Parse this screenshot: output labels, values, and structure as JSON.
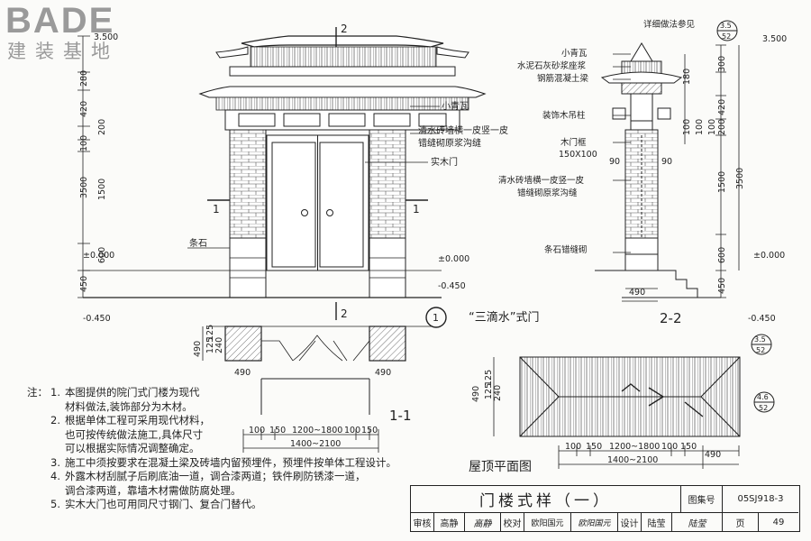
{
  "logo": {
    "brand": "BADE",
    "subtitle": "建装基地"
  },
  "elevation": {
    "left_dims": [
      "3.500",
      "280",
      "420",
      "100",
      "200",
      "3500",
      "1500",
      "600",
      "450"
    ],
    "levels": {
      "top": "3.500",
      "ground_left": "±0.000",
      "ground_right": "±0.000",
      "low_left": "-0.450",
      "low_right": "-0.450"
    },
    "section_marks": {
      "top": "2",
      "bottom": "2",
      "left": "1",
      "right": "1"
    },
    "labels": {
      "tile": "小青瓦",
      "brick_line1": "清水砖墙横一皮竖一皮",
      "brick_line2": "错缝砌原浆沟缝",
      "door": "实木门",
      "stone": "条石"
    },
    "caption": {
      "num": "1",
      "title": "“三滴水”式门"
    }
  },
  "section22": {
    "ref_note": "详细做法参见",
    "ref_top": {
      "num": "3.5",
      "sheet": "52"
    },
    "labels": [
      "小青瓦",
      "水泥石灰砂浆座浆",
      "钢筋混凝土梁",
      "装饰木吊柱",
      "木门框",
      "150X100",
      "清水砖墙横一皮竖一皮",
      "错缝砌原浆沟缝",
      "条石错缝砌"
    ],
    "side_dims_left": [
      "180",
      "100",
      "100",
      "100"
    ],
    "side_dims_right": [
      "300",
      "420",
      "200",
      "3500",
      "1500",
      "600",
      "450"
    ],
    "small_dims": [
      "90",
      "90"
    ],
    "width": "490",
    "levels": {
      "top": "3.500",
      "ground": "±0.000",
      "low": "-0.450"
    },
    "title": "2-2"
  },
  "plan11": {
    "dims_side": [
      "490",
      "125",
      "125",
      "240"
    ],
    "pier_widths": [
      "490",
      "490"
    ],
    "opening": [
      "100",
      "150",
      "1200~1800",
      "100",
      "150"
    ],
    "total": "1400~2100",
    "title": "1-1"
  },
  "roofplan": {
    "ref_a": {
      "num": "3.5",
      "sheet": "52"
    },
    "ref_b": {
      "num": "4.6",
      "sheet": "52"
    },
    "dims_side": [
      "490",
      "125",
      "125",
      "240"
    ],
    "bottom_dims": [
      "100",
      "150",
      "1200~1800",
      "100",
      "150",
      "490"
    ],
    "total": "1400~2100",
    "title": "屋顶平面图"
  },
  "notes": {
    "prefix": "注：",
    "items": [
      {
        "n": "1.",
        "lines": [
          "本图提供的院门式门楼为现代",
          "材料做法,装饰部分为木材。"
        ]
      },
      {
        "n": "2.",
        "lines": [
          "根据单体工程可采用现代材料，",
          "也可按传统做法施工,具体尺寸",
          "可以根据实际情况调整确定。"
        ]
      },
      {
        "n": "3.",
        "lines": [
          "施工中须按要求在混凝土梁及砖墙内留预埋件，预埋件按单体工程设计。"
        ]
      },
      {
        "n": "4.",
        "lines": [
          "外露木材刮腻子后刷底油一道，调合漆两道；铁件刷防锈漆一道，",
          "调合漆两道，靠墙木材需做防腐处理。"
        ]
      },
      {
        "n": "5.",
        "lines": [
          "实木大门也可用同尺寸钢门、复合门替代。"
        ]
      }
    ]
  },
  "titleblock": {
    "title": "门楼式样（一）",
    "atlas_label": "图集号",
    "atlas_no": "05SJ918-3",
    "row": [
      "审核",
      "高静",
      "高静",
      "校对",
      "欧阳国元",
      "欧阳国元",
      "设计",
      "陆莹",
      "陆莹",
      "页",
      "49"
    ]
  }
}
